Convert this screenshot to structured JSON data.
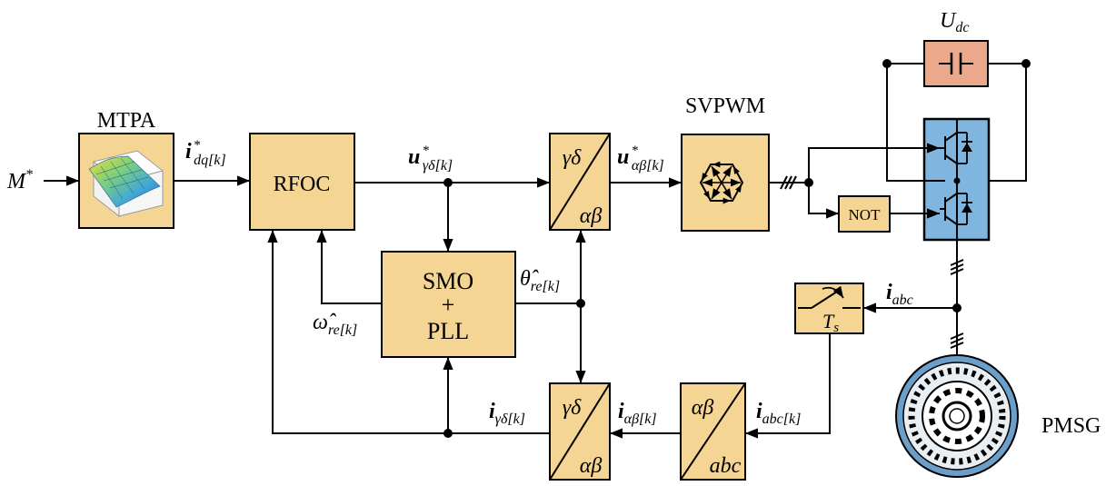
{
  "blocks": {
    "mtpa": "MTPA",
    "rfoc": "RFOC",
    "svpwm": "SVPWM",
    "smo_line1": "SMO",
    "smo_plus": "+",
    "smo_line2": "PLL",
    "not": "NOT",
    "pmsg": "PMSG",
    "sampler": "T",
    "sampler_sub": "s"
  },
  "transforms": {
    "top_upper": "γδ",
    "top_lower": "αβ",
    "bottom_upper": "γδ",
    "bottom_lower": "αβ",
    "abc_upper": "αβ",
    "abc_lower": "abc"
  },
  "signals": {
    "m_star": {
      "base": "M",
      "sup": "*"
    },
    "idq": {
      "base": "i",
      "sup": "*",
      "sub": "dq[k]"
    },
    "u_gd": {
      "base": "u",
      "sup": "*",
      "sub": "γδ[k]"
    },
    "u_ab": {
      "base": "u",
      "sup": "*",
      "sub": "αβ[k]"
    },
    "theta": {
      "base": "θ̂",
      "sub": "re[k]"
    },
    "omega": {
      "base": "ω̂",
      "sub": "re[k]"
    },
    "i_gd": {
      "base": "i",
      "sub": "γδ[k]"
    },
    "i_ab": {
      "base": "i",
      "sub": "αβ[k]"
    },
    "i_abc_k": {
      "base": "i",
      "sub": "abc[k]"
    },
    "i_abc": {
      "base": "i",
      "sub": "abc"
    },
    "udc": {
      "base": "U",
      "sub": "dc"
    }
  },
  "colors": {
    "block_fill": "#F5D594",
    "capacitor_fill": "#EBA88A",
    "inverter_fill": "#7FB5DE",
    "generator_ring": "#6B9FC9"
  }
}
